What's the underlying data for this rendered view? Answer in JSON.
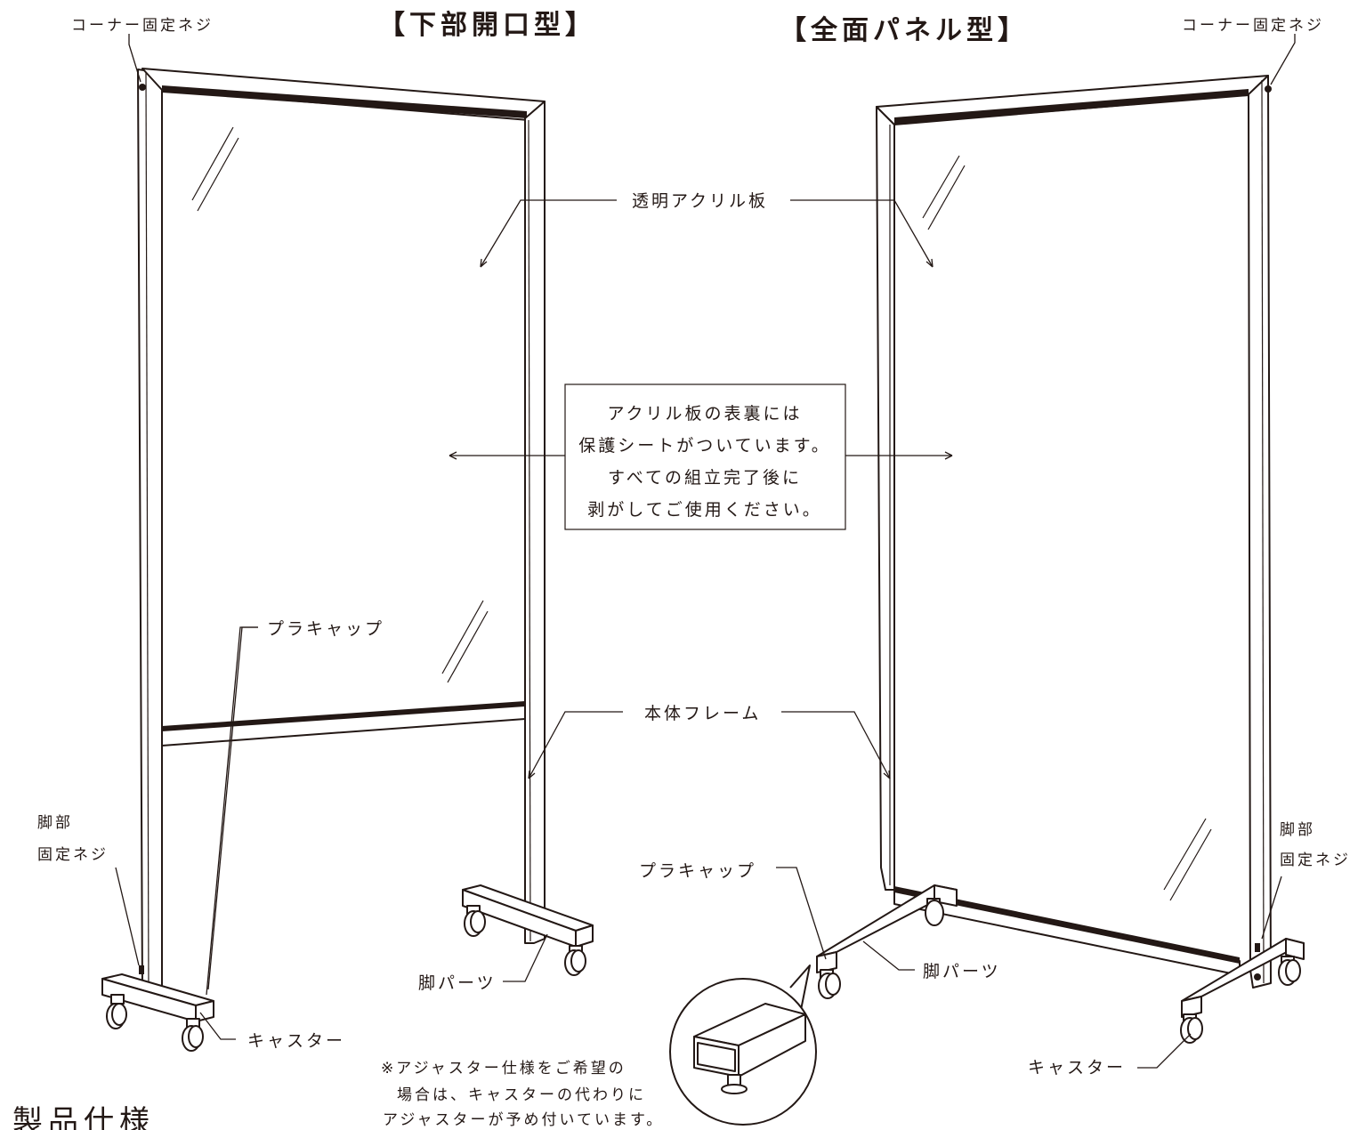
{
  "titles": {
    "left": "【下部開口型】",
    "right": "【全面パネル型】"
  },
  "labels": {
    "corner_screw_left": "コーナー固定ネジ",
    "corner_screw_right": "コーナー固定ネジ",
    "acrylic": "透明アクリル板",
    "frame": "本体フレーム",
    "leg_screw_left_1": "脚部",
    "leg_screw_left_2": "固定ネジ",
    "leg_screw_right_1": "脚部",
    "leg_screw_right_2": "固定ネジ",
    "plastic_cap_left": "プラキャップ",
    "plastic_cap_right": "プラキャップ",
    "leg_parts_left": "脚パーツ",
    "leg_parts_right": "脚パーツ",
    "caster_left": "キャスター",
    "caster_right": "キャスター"
  },
  "notice": {
    "lines": [
      "アクリル板の表裏には",
      "保護シートがついています。",
      "すべての組立完了後に",
      "剥がしてご使用ください。"
    ]
  },
  "adjuster_note": {
    "lines": [
      "※アジャスター仕様をご希望の",
      "場合は、キャスターの代わりに",
      "アジャスターが予め付いています。"
    ]
  },
  "footer_heading": "製品仕様",
  "colors": {
    "ink": "#231815",
    "background": "#ffffff"
  }
}
